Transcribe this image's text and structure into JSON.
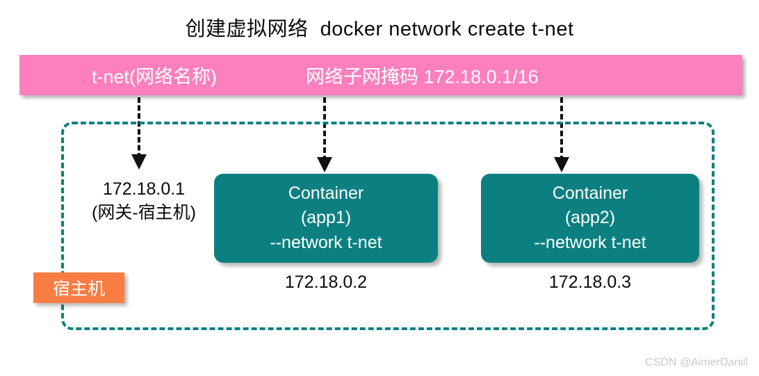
{
  "title": "创建虚拟网络  docker network create t-net",
  "banner": {
    "network_name_label": "t-net(网络名称)",
    "subnet_label": "网络子网掩码 172.18.0.1/16",
    "color": "#fd7fbd",
    "text_color": "#ffffff"
  },
  "host_region": {
    "border_color": "#0c8081",
    "border_style": "dashed",
    "badge_label": "宿主机",
    "badge_color": "#f97c42"
  },
  "gateway": {
    "ip": "172.18.0.1",
    "role": "(网关-宿主机)"
  },
  "containers": [
    {
      "title": "Container",
      "name": "(app1)",
      "flag": "--network t-net",
      "ip": "172.18.0.2",
      "color": "#0c8081"
    },
    {
      "title": "Container",
      "name": "(app2)",
      "flag": "--network t-net",
      "ip": "172.18.0.3",
      "color": "#0c8081"
    }
  ],
  "arrows": [
    {
      "name": "arrow-to-gateway",
      "target": "172.18.0.1"
    },
    {
      "name": "arrow-to-app1",
      "target": "app1"
    },
    {
      "name": "arrow-to-app2",
      "target": "app2"
    }
  ],
  "watermark": "CSDN @AimerDaniil"
}
